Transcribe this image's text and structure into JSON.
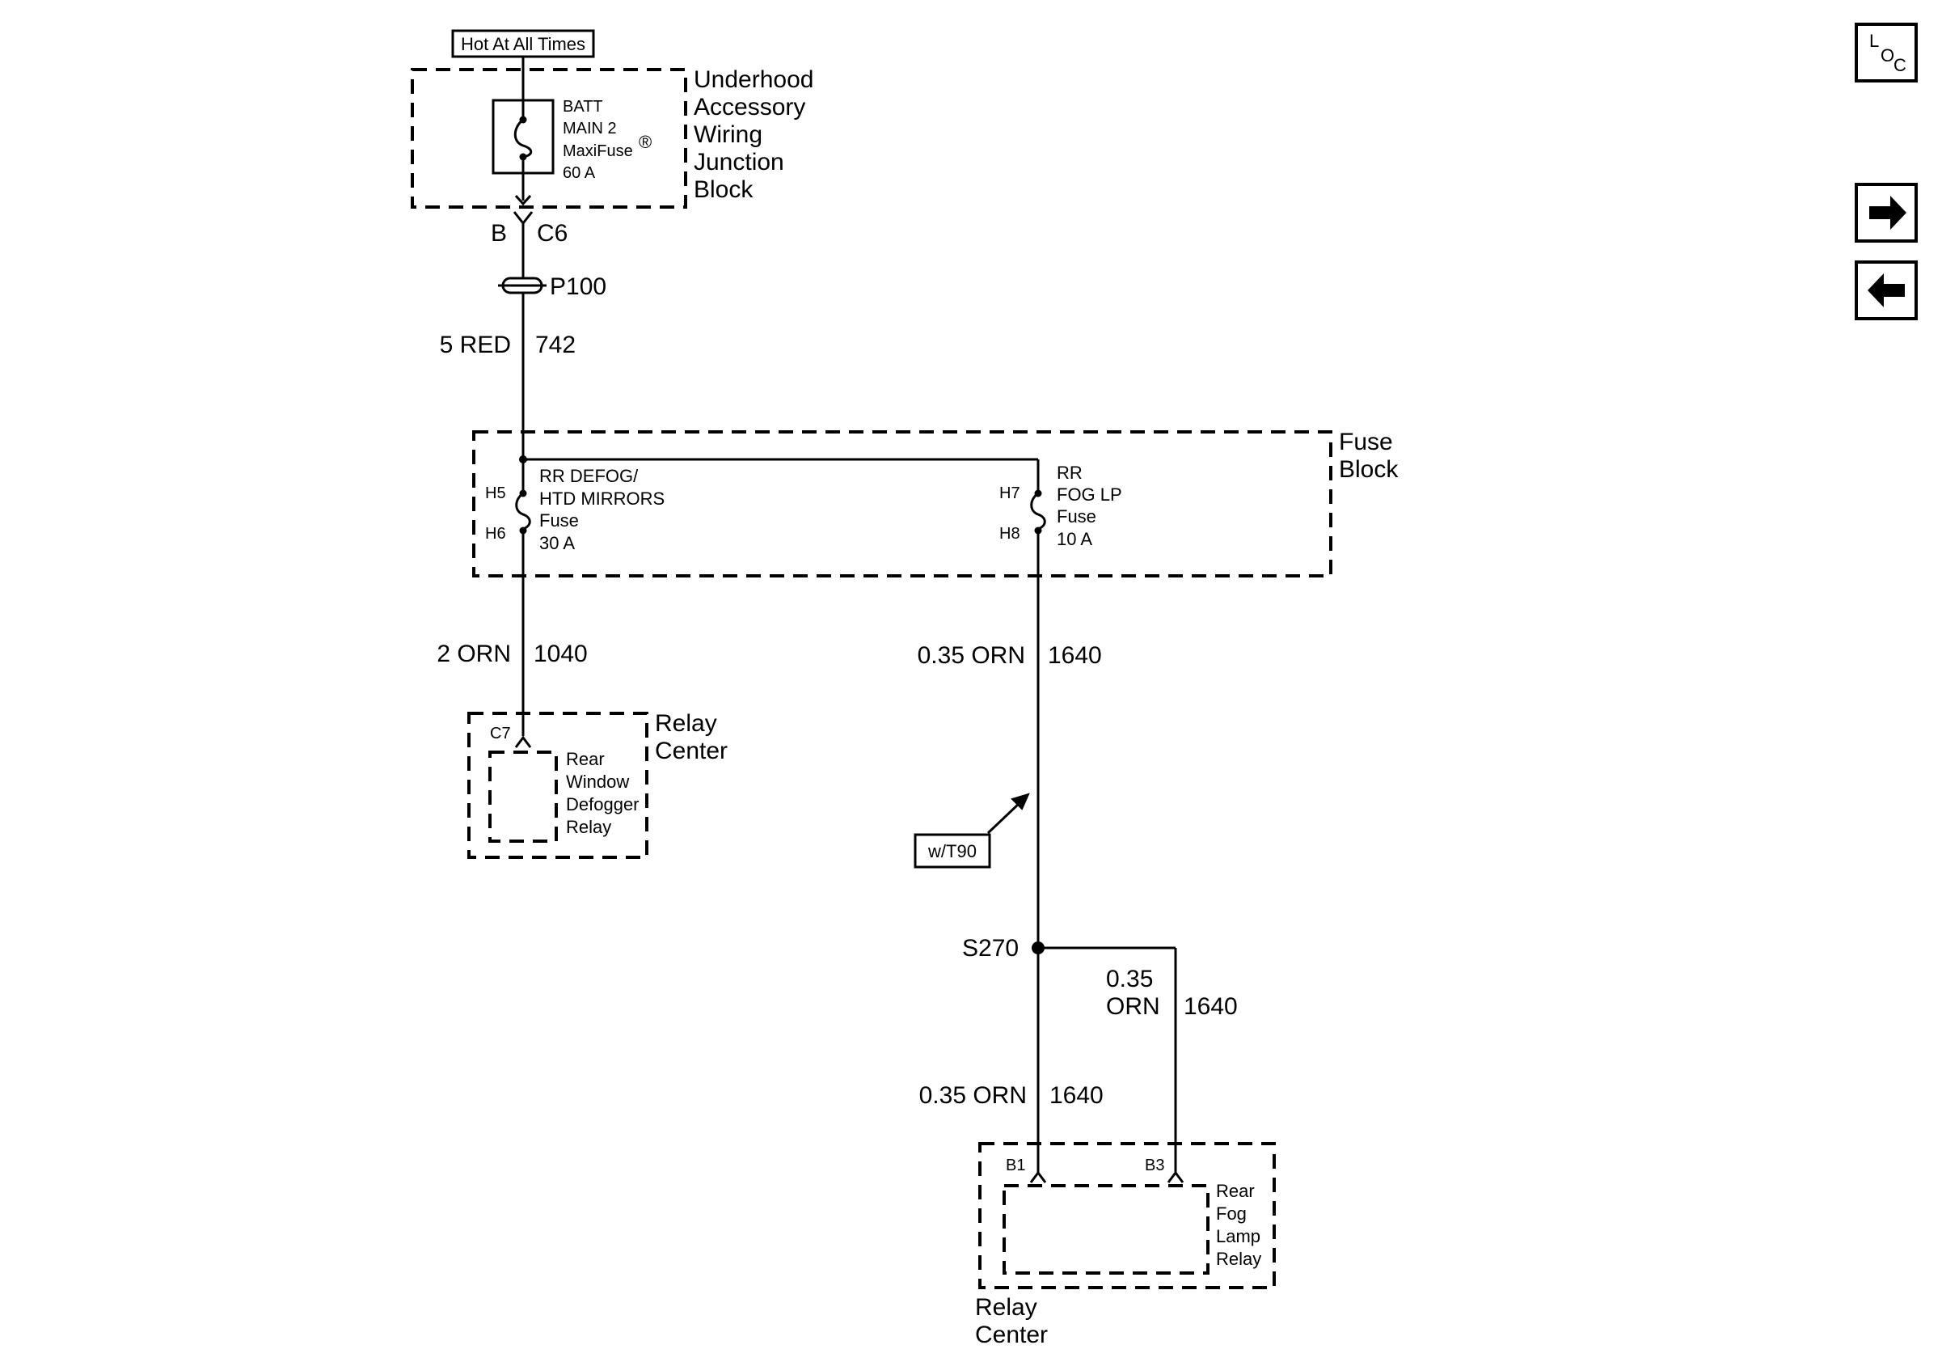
{
  "header": {
    "hot_label": "Hot At All Times"
  },
  "underhood_block": {
    "title_lines": [
      "Underhood",
      "Accessory",
      "Wiring",
      "Junction",
      "Block"
    ],
    "fuse_lines": [
      "BATT",
      "MAIN 2",
      "MaxiFuse",
      "60 A"
    ],
    "registered_mark": "®"
  },
  "connector_top": {
    "pin": "B",
    "connector": "C6"
  },
  "pass_through": {
    "label": "P100"
  },
  "wire_main": {
    "gauge_color": "5 RED",
    "circuit": "742"
  },
  "fuse_block": {
    "title_lines": [
      "Fuse",
      "Block"
    ],
    "fuse_left": {
      "pin_in": "H5",
      "pin_out": "H6",
      "lines": [
        "RR DEFOG/",
        "HTD MIRRORS",
        "Fuse",
        "30 A"
      ]
    },
    "fuse_right": {
      "pin_in": "H7",
      "pin_out": "H8",
      "lines": [
        "RR",
        "FOG LP",
        "Fuse",
        "10 A"
      ]
    }
  },
  "wire_left": {
    "gauge_color": "2 ORN",
    "circuit": "1040"
  },
  "wire_right": {
    "gauge_color": "0.35 ORN",
    "circuit": "1640"
  },
  "relay_center_left": {
    "title_lines": [
      "Relay",
      "Center"
    ],
    "connector": "C7",
    "relay_lines": [
      "Rear",
      "Window",
      "Defogger",
      "Relay"
    ]
  },
  "option_tag": {
    "label": "w/T90"
  },
  "splice": {
    "label": "S270"
  },
  "wire_branch": {
    "gauge_color_lines": [
      "0.35",
      "ORN"
    ],
    "circuit": "1640"
  },
  "wire_lower": {
    "gauge_color": "0.35 ORN",
    "circuit": "1640"
  },
  "relay_center_right": {
    "title_lines": [
      "Relay",
      "Center"
    ],
    "pin_left": "B1",
    "pin_right": "B3",
    "relay_lines": [
      "Rear",
      "Fog",
      "Lamp",
      "Relay"
    ]
  },
  "nav": {
    "loc_icon": "location-icon",
    "next_icon": "arrow-right-icon",
    "prev_icon": "arrow-left-icon",
    "loc_text": [
      "L",
      "O",
      "C"
    ]
  }
}
